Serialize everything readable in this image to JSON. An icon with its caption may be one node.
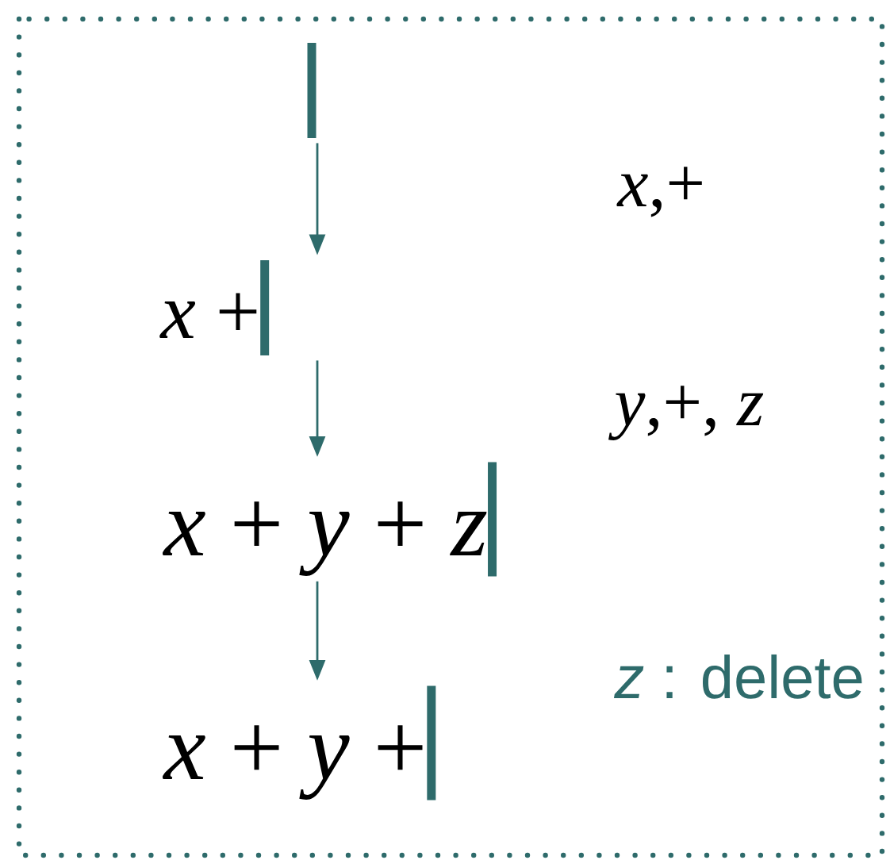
{
  "diagram": {
    "nodes": [
      {
        "text": [],
        "shape": "bar"
      },
      {
        "text": [
          "*x* +"
        ]
      },
      {
        "text": [
          "*x* + *y* + *z*"
        ]
      },
      {
        "text": [
          "*x* + *y* +"
        ]
      }
    ],
    "edges": [
      {
        "from": 0,
        "to": 1,
        "arrow": "to",
        "label": "*x*,+"
      },
      {
        "from": 1,
        "to": 2,
        "arrow": "to",
        "label": "*y*,+, *z*"
      },
      {
        "from": 2,
        "to": 3,
        "arrow": "to",
        "label": "*z* : delete"
      }
    ]
  }
}
